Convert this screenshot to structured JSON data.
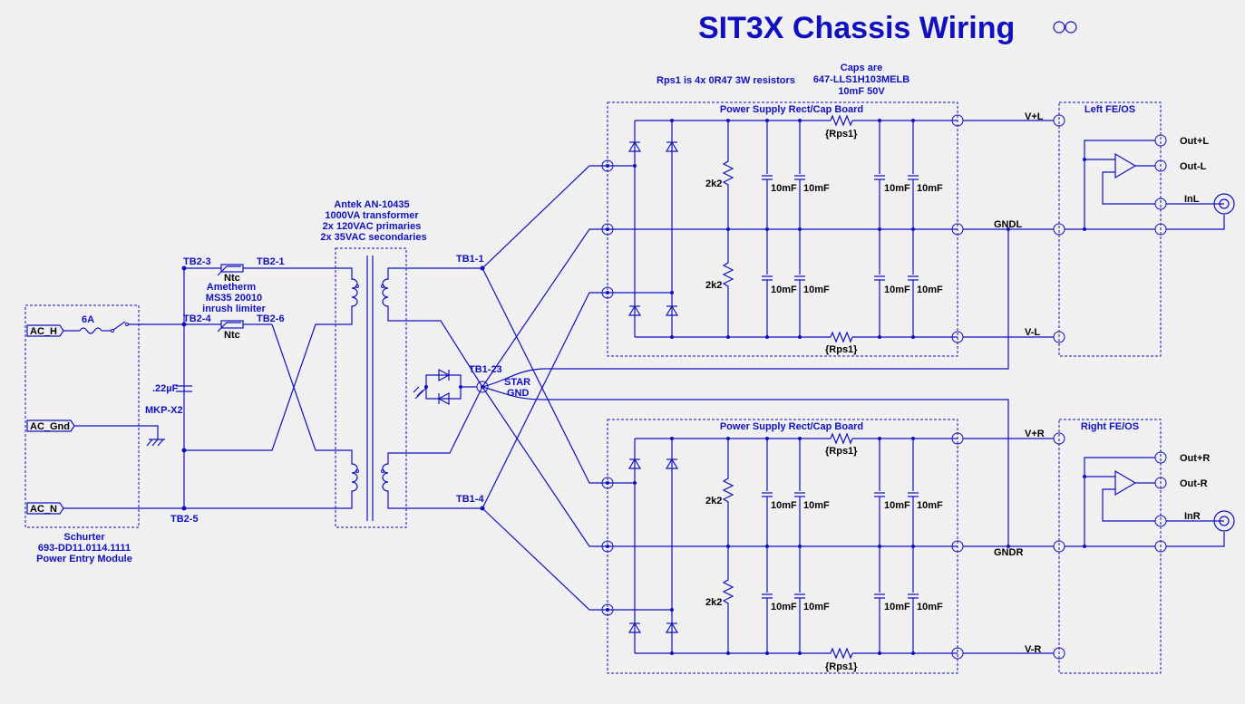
{
  "title": "SIT3X Chassis Wiring",
  "notes": {
    "rps_note": "Rps1 is 4x 0R47 3W resistors",
    "caps_line1": "Caps are",
    "caps_line2": "647-LLS1H103MELB",
    "caps_line3": "10mF 50V"
  },
  "blocks": {
    "psu_top": "Power Supply Rect/Cap Board",
    "psu_bottom": "Power Supply Rect/Cap Board",
    "left_fe": "Left FE/OS",
    "right_fe": "Right FE/OS"
  },
  "transformer": {
    "line1": "Antek AN-10435",
    "line2": "1000VA transformer",
    "line3": "2x 120VAC primaries",
    "line4": "2x 35VAC secondaries"
  },
  "pem": {
    "line1": "Schurter",
    "line2": "693-DD11.0114.1111",
    "line3": "Power Entry Module"
  },
  "ntc": {
    "label": "Ntc",
    "line1": "Ametherm",
    "line2": "MS35 20010",
    "line3": "inrush limiter"
  },
  "fuse": "6A",
  "cap_x2": ".22µF",
  "cap_x2_type": "MKP-X2",
  "resistor": "2k2",
  "cap_val": "10mF",
  "rps": "{Rps1}",
  "star_gnd1": "STAR",
  "star_gnd2": "GND",
  "flags": {
    "ac_h": "AC_H",
    "ac_gnd": "AC_Gnd",
    "ac_n": "AC_N"
  },
  "terminals": {
    "tb2_3": "TB2-3",
    "tb2_1": "TB2-1",
    "tb2_4": "TB2-4",
    "tb2_6": "TB2-6",
    "tb2_5": "TB2-5",
    "tb1_1": "TB1-1",
    "tb1_23": "TB1-23",
    "tb1_4": "TB1-4"
  },
  "nets": {
    "vpl": "V+L",
    "gndl": "GNDL",
    "vml": "V-L",
    "vpr": "V+R",
    "gndr": "GNDR",
    "vmr": "V-R",
    "out_pl": "Out+L",
    "out_ml": "Out-L",
    "inl": "InL",
    "out_pr": "Out+R",
    "out_mr": "Out-R",
    "inr": "InR"
  }
}
